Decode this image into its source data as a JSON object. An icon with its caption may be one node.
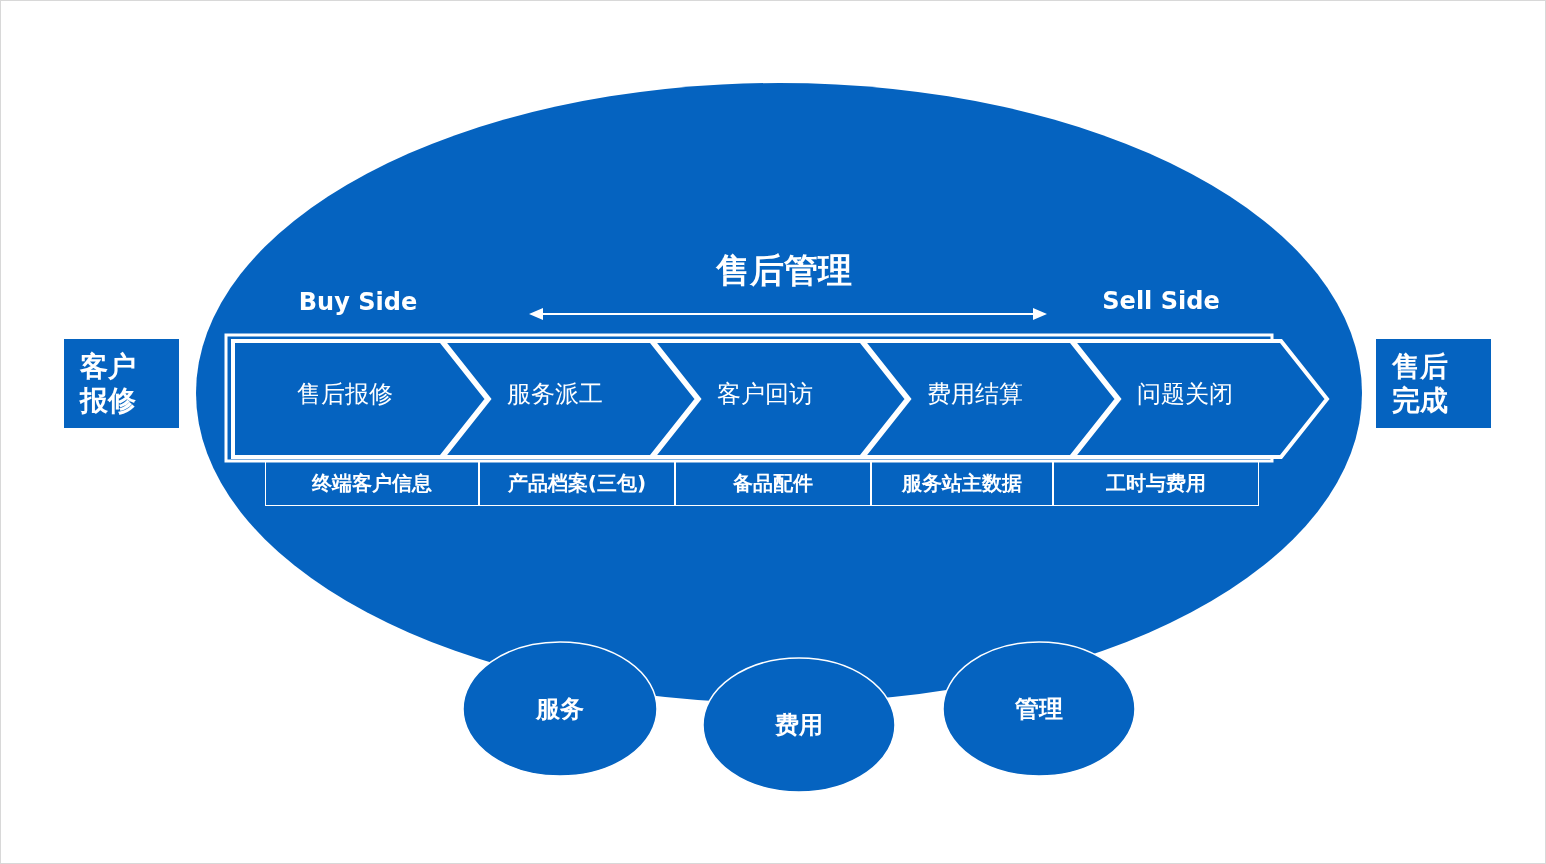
{
  "diagram": {
    "title": "售后管理",
    "nodes": [
      {
        "text": [
          "客户报修"
        ]
      },
      {
        "text": [
          "售后完成"
        ]
      },
      {
        "text": [],
        "shape": "ellipse"
      },
      {
        "text": [
          "售后报修"
        ],
        "in": 2
      },
      {
        "text": [
          "服务派工"
        ],
        "in": 2
      },
      {
        "text": [
          "客户回访"
        ],
        "in": 2
      },
      {
        "text": [
          "费用结算"
        ],
        "in": 2
      },
      {
        "text": [
          "问题关闭"
        ],
        "in": 2
      },
      {
        "text": [
          "终端客户信息"
        ],
        "in": 2
      },
      {
        "text": [
          "产品档案(三包)"
        ],
        "in": 2
      },
      {
        "text": [
          "备品配件"
        ],
        "in": 2
      },
      {
        "text": [
          "服务站主数据"
        ],
        "in": 2
      },
      {
        "text": [
          "工时与费用"
        ],
        "in": 2
      },
      {
        "text": [
          "服务"
        ]
      },
      {
        "text": [
          "费用"
        ]
      },
      {
        "text": [
          "管理"
        ]
      }
    ],
    "labels": [
      "Buy Side",
      "Sell Side"
    ]
  }
}
